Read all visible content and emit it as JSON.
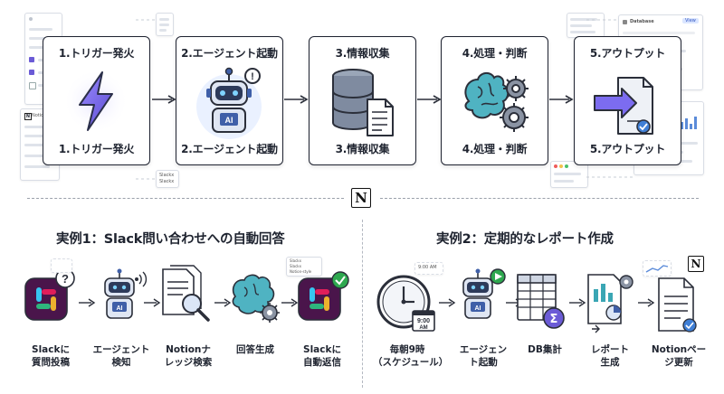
{
  "flow": {
    "steps": [
      {
        "top": "1.トリガー発火",
        "bottom": "1.トリガー発火",
        "icon": "lightning-icon"
      },
      {
        "top": "2.エージェント起動",
        "bottom": "2.エージェント起動",
        "icon": "robot-icon"
      },
      {
        "top": "3.情報収集",
        "bottom": "3.情報収集",
        "icon": "database-document-icon"
      },
      {
        "top": "4.処理・判断",
        "bottom": "4.処理・判断",
        "icon": "brain-gears-icon"
      },
      {
        "top": "5.アウトプット",
        "bottom": "5.アウトプット",
        "icon": "document-export-icon"
      }
    ],
    "badges": {
      "ai": "AI",
      "alert": "!"
    }
  },
  "decor": {
    "notion_label": "Notion",
    "database_label": "Database",
    "view_label": "View",
    "slack_lines": [
      "Slackx",
      "Slackx"
    ]
  },
  "logo": {
    "letter": "N",
    "icon": "notion-logo-icon"
  },
  "example1": {
    "title": "実例1：Slack問い合わせへの自動回答",
    "question_mark": "?",
    "ai_badge": "AI",
    "reply_lines": [
      "Slackx",
      "Slackx",
      "Notion-style"
    ],
    "steps": [
      {
        "lines": [
          "Slackに",
          "質問投稿"
        ],
        "icon": "slack-question-icon"
      },
      {
        "lines": [
          "エージェント",
          "検知"
        ],
        "icon": "robot-signal-icon"
      },
      {
        "lines": [
          "Notionナ",
          "レッジ検索"
        ],
        "icon": "document-search-icon"
      },
      {
        "lines": [
          "回答生成"
        ],
        "icon": "brain-gear-icon"
      },
      {
        "lines": [
          "Slackに",
          "自動返信"
        ],
        "icon": "slack-check-icon"
      }
    ]
  },
  "example2": {
    "title": "実例2：定期的なレポート作成",
    "time_bubble": "9:00 AM",
    "clock_time": "9:00",
    "clock_ampm": "AM",
    "ai_badge": "AI",
    "sigma": "Σ",
    "steps": [
      {
        "lines": [
          "毎朝9時",
          "（スケジュール）"
        ],
        "icon": "clock-calendar-icon"
      },
      {
        "lines": [
          "エージェン",
          "ト起動"
        ],
        "icon": "robot-play-icon"
      },
      {
        "lines": [
          "DB集計"
        ],
        "icon": "database-table-sum-icon"
      },
      {
        "lines": [
          "レポート",
          "生成"
        ],
        "icon": "report-chart-icon"
      },
      {
        "lines": [
          "Notionペー",
          "ジ更新"
        ],
        "icon": "notion-page-update-icon"
      }
    ]
  },
  "colors": {
    "accent_purple": "#6b5bd6",
    "robot_blue": "#3f5fa8",
    "brain_teal": "#3aa6b4",
    "lightning_violet": "#7c6cf0",
    "slack_bg": "#4a154b",
    "check_green": "#2ea84f"
  }
}
